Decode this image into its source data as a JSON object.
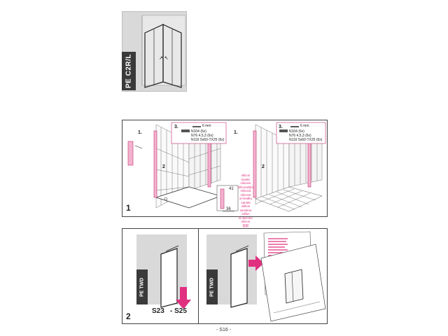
{
  "product": {
    "code": "PE C2R/L"
  },
  "step1": {
    "number": "1",
    "substeps": [
      "1.",
      "2",
      "1.",
      "2"
    ],
    "hardware_top_label": "3.",
    "hardware_top_label_b": "3.",
    "drill": "6 mm",
    "screws": [
      "N104 (6x)",
      "N76 4,5,3 (6x)",
      "N116 5x60-TX25 (6x)"
    ],
    "dim_vertical": "41",
    "dim_horizontal": "36",
    "silicone_languages": [
      "silicon",
      "mastic",
      "silicone",
      "siliconelijm",
      "silicona",
      "silicone",
      "w kredku",
      "sanitet",
      "silikon",
      "seriskoe",
      "sililon",
      "la silicone",
      "silicon",
      "硅胶"
    ]
  },
  "step2": {
    "number": "2",
    "variant_a": "PE TWD",
    "variant_b": "PE TWD",
    "refs": [
      "S23",
      "- S25"
    ]
  },
  "footer": {
    "page": "- S16 -"
  }
}
